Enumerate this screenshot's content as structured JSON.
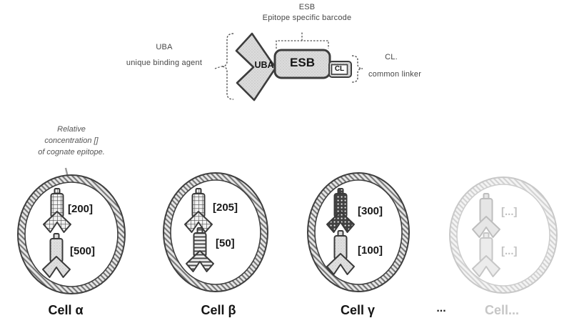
{
  "figure": {
    "construct_diagram": {
      "esb_label_title": "ESB",
      "esb_label_subtitle": "Epitope specific barcode",
      "uba_label_title": "UBA",
      "uba_label_subtitle": "unique binding agent",
      "cl_label_title": "CL.",
      "cl_label_subtitle": "common linker",
      "uba_shape_text": "UBA",
      "esb_shape_text": "ESB",
      "cl_shape_text": "CL"
    },
    "annotation": {
      "line1": "Relative",
      "line2": "concentration []",
      "line3": "of cognate epitope."
    },
    "cells": [
      {
        "name": "Cell α",
        "faded": false,
        "epitopes": [
          {
            "concentration": "[200]",
            "uba_pattern": "crosshatch"
          },
          {
            "concentration": "[500]",
            "uba_pattern": "light-stipple"
          }
        ]
      },
      {
        "name": "Cell β",
        "faded": false,
        "epitopes": [
          {
            "concentration": "[205]",
            "uba_pattern": "crosshatch"
          },
          {
            "concentration": "[50]",
            "uba_pattern": "horizontal-stripes"
          }
        ]
      },
      {
        "name": "Cell γ",
        "faded": false,
        "epitopes": [
          {
            "concentration": "[300]",
            "uba_pattern": "dark-dots"
          },
          {
            "concentration": "[100]",
            "uba_pattern": "light-stipple"
          }
        ]
      },
      {
        "name": "Cell...",
        "faded": true,
        "epitopes": [
          {
            "concentration": "[...]",
            "uba_pattern": "faded"
          },
          {
            "concentration": "[...]",
            "uba_pattern": "faded"
          }
        ]
      }
    ],
    "separator_ellipsis": "...",
    "colors": {
      "ink": "#3a3a3a",
      "light_fill": "#dadada",
      "caption": "#4a4a4a",
      "faded": "#c5c5c5",
      "arrow": "#9a9a9a"
    }
  }
}
